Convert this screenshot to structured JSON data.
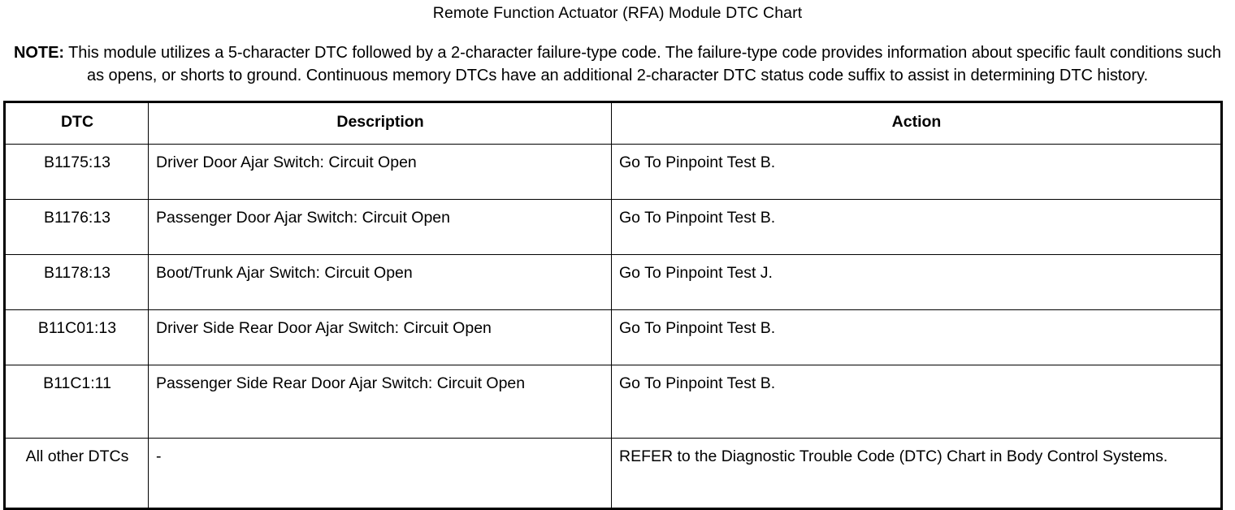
{
  "document": {
    "title": "Remote Function Actuator (RFA) Module DTC Chart",
    "note_label": "NOTE:",
    "note_text": " This module utilizes a 5-character DTC followed by a 2-character failure-type code. The failure-type code provides information about specific fault conditions such as opens, or shorts to ground. Continuous memory DTCs have an additional 2-character DTC status code suffix to assist in determining DTC history."
  },
  "table": {
    "headers": {
      "dtc": "DTC",
      "description": "Description",
      "action": "Action"
    },
    "rows": [
      {
        "dtc": "B1175:13",
        "description": "Driver Door Ajar Switch: Circuit Open",
        "action": "Go To Pinpoint Test B."
      },
      {
        "dtc": "B1176:13",
        "description": "Passenger Door Ajar Switch: Circuit Open",
        "action": "Go To Pinpoint Test B."
      },
      {
        "dtc": "B1178:13",
        "description": "Boot/Trunk Ajar Switch: Circuit Open",
        "action": "Go To Pinpoint Test J."
      },
      {
        "dtc": "B11C01:13",
        "description": "Driver Side Rear Door Ajar Switch: Circuit Open",
        "action": "Go To Pinpoint Test B."
      },
      {
        "dtc": "B11C1:11",
        "description": "Passenger Side Rear Door Ajar Switch: Circuit Open",
        "action": "Go To Pinpoint Test B."
      },
      {
        "dtc": "All other DTCs",
        "description": "-",
        "action": "REFER to the Diagnostic Trouble Code (DTC) Chart in Body Control Systems."
      }
    ]
  },
  "colors": {
    "text": "#000000",
    "background": "#ffffff",
    "border": "#000000"
  }
}
